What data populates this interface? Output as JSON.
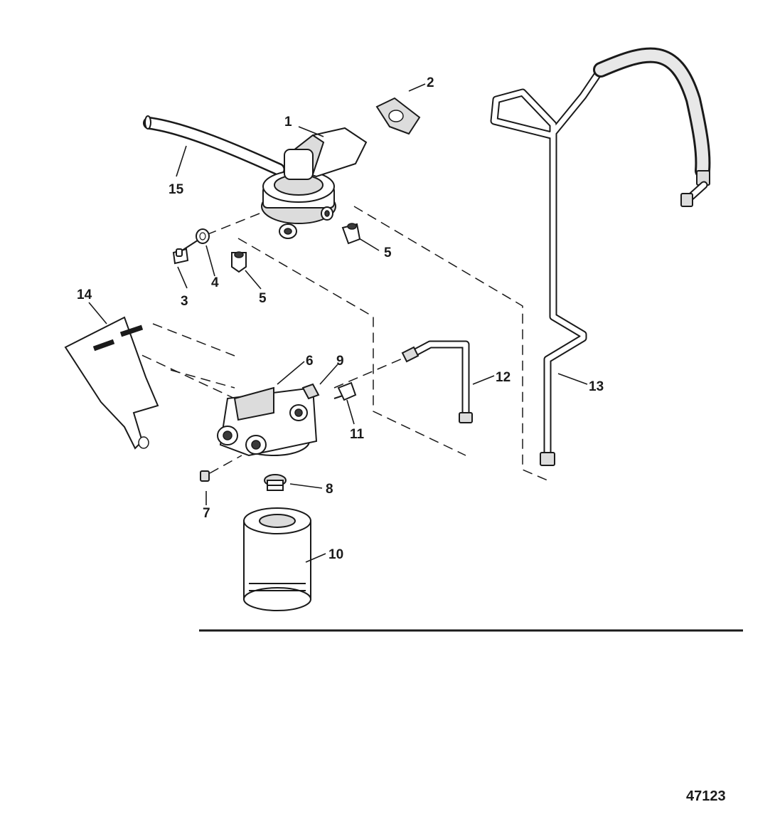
{
  "diagram": {
    "figure_number": "47123",
    "callouts": {
      "c1": "1",
      "c2": "2",
      "c3": "3",
      "c4": "4",
      "c5a": "5",
      "c5b": "5",
      "c6": "6",
      "c7": "7",
      "c8": "8",
      "c9": "9",
      "c10": "10",
      "c11": "11",
      "c12": "12",
      "c13": "13",
      "c14": "14",
      "c15": "15"
    }
  }
}
